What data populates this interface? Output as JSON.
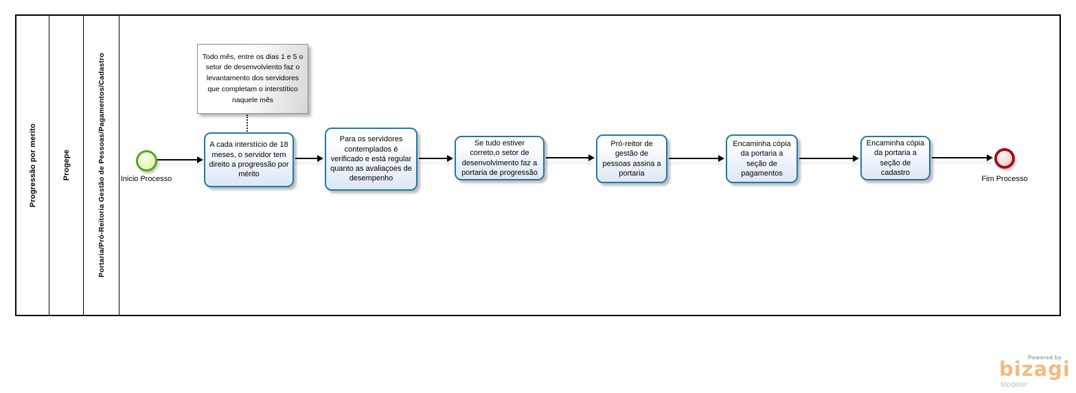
{
  "pool": {
    "label": "Progressão por merito",
    "lanes": [
      {
        "label": "Progepe"
      },
      {
        "label": "Portaria/Pró-Reitoria Gestão de Pessoas/Pagamentos/Cadastro"
      }
    ]
  },
  "annotation": {
    "text": "Todo mês, entre os dias 1 e 5 o setor de desenvolviento faz o levantamento dos servidores que completam o interstítico naquele mês"
  },
  "events": {
    "start": {
      "label": "Inicio Processo",
      "border_color": "#54a31a",
      "fill_color": "#e8f6c6"
    },
    "end": {
      "label": "Fim Processo",
      "border_color": "#9e1212",
      "fill_color": "#f2cdcb"
    }
  },
  "tasks": [
    {
      "label": "A cada interstício de 18 meses, o servidor tem direito a progressão por mérito"
    },
    {
      "label": "Para os servidores contemplados é verificado e está regular quanto as avaliaçoes de desempenho"
    },
    {
      "label": "Se tudo estiver correto,o setor de desenvolvimento faz a portaria de progressão"
    },
    {
      "label": "Pró-reitor de gestão de pessoas assina a portaria"
    },
    {
      "label": "Encaminha cópia da portaria a seção de pagamentos"
    },
    {
      "label": "Encaminha cópia da portaria a seção de cadastro"
    }
  ],
  "branding": {
    "powered_by": "Powered by",
    "logo": "bizagi",
    "product": "Modeler",
    "logo_color": "#f4ba80"
  },
  "style": {
    "task_border": "#1c76ad",
    "pool_border": "#000000"
  }
}
